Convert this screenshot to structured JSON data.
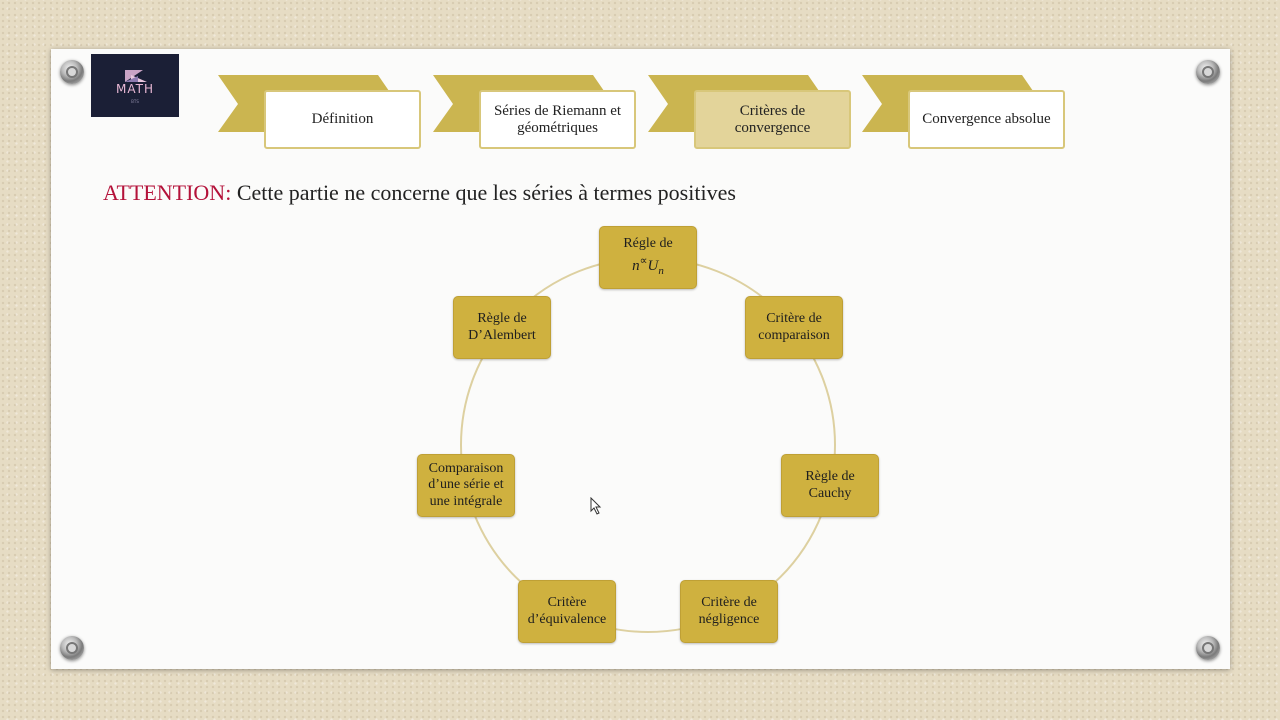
{
  "logo": {
    "text": "MATH",
    "subtext": "BTS"
  },
  "steps": [
    {
      "label": "Définition",
      "active": false
    },
    {
      "label": "Séries de Riemann et géométriques",
      "active": false
    },
    {
      "label": "Critères de convergence",
      "active": true
    },
    {
      "label": "Convergence absolue",
      "active": false
    }
  ],
  "attention": {
    "label": "ATTENTION:",
    "text": " Cette partie ne concerne que les séries à termes positives"
  },
  "cycle": {
    "top": {
      "line1": "Régle de",
      "math_base": "n",
      "math_sup": "∝",
      "math_var": "U",
      "math_sub": "n"
    },
    "items": [
      "Critère de comparaison",
      "Règle de Cauchy",
      "Critère de négligence",
      "Critère d’équivalence",
      "Comparaison d’une série et une intégrale",
      "Règle de D’Alembert"
    ]
  },
  "colors": {
    "accent_gold": "#cfb13f",
    "warning_red": "#b4123a",
    "logo_bg": "#1b1f36"
  }
}
